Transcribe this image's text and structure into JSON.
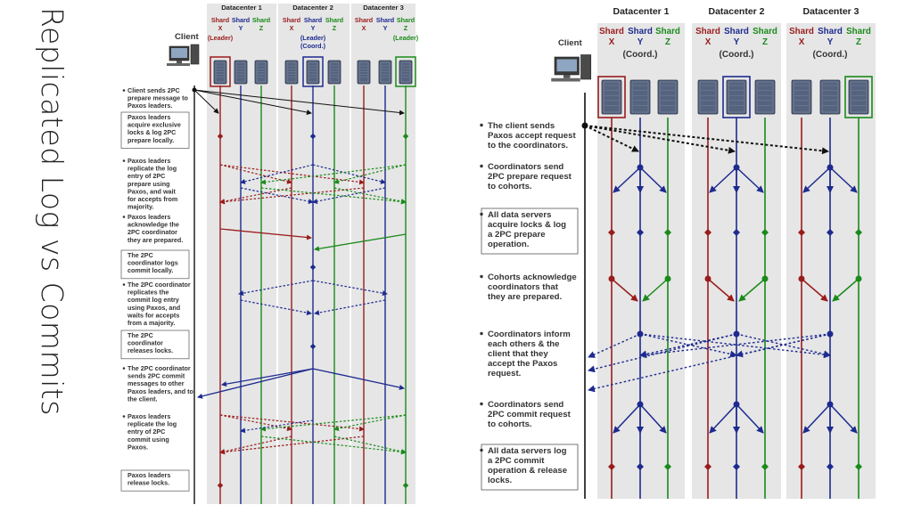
{
  "title": "Replicated Log vs Commits",
  "colors": {
    "red": "#9a1c1c",
    "blue": "#1d2a8f",
    "green": "#1a8a1a",
    "lane": "#e6e6e6",
    "server": "#55637e"
  },
  "left": {
    "client_label": "Client",
    "datacenters": [
      {
        "name": "Datacenter 1",
        "role": "(Leader)",
        "role_color": "red"
      },
      {
        "name": "Datacenter 2",
        "role": "(Leader)\n(Coord.)",
        "role_color": "blue"
      },
      {
        "name": "Datacenter 3",
        "role": "(Leader)",
        "role_color": "green"
      }
    ],
    "shards": [
      {
        "line1": "Shard",
        "line2": "X",
        "color": "red"
      },
      {
        "line1": "Shard",
        "line2": "Y",
        "color": "blue"
      },
      {
        "line1": "Shard",
        "line2": "Z",
        "color": "green"
      }
    ],
    "steps": [
      {
        "text": "Client sends 2PC\nprepare message to\nPaxos leaders.",
        "bullet": true,
        "boxed": false
      },
      {
        "text": "Paxos leaders\nacquire exclusive\nlocks & log 2PC\nprepare locally.",
        "bullet": false,
        "boxed": true
      },
      {
        "text": "Paxos leaders\nreplicate the log\nentry of 2PC\nprepare using\nPaxos, and wait\nfor accepts from\nmajority.",
        "bullet": true,
        "boxed": false
      },
      {
        "text": "Paxos leaders\nacknowledge the\n2PC coordinator\nthey are prepared.",
        "bullet": true,
        "boxed": false
      },
      {
        "text": "The 2PC\ncoordinator logs\ncommit locally.",
        "bullet": false,
        "boxed": true
      },
      {
        "text": "The 2PC coordinator\nreplicates the\ncommit log entry\nusing Paxos, and\nwaits for accepts\nfrom a majority.",
        "bullet": true,
        "boxed": false
      },
      {
        "text": "The 2PC\ncoordinator\nreleases locks.",
        "bullet": false,
        "boxed": true
      },
      {
        "text": "The 2PC coordinator\nsends 2PC commit\nmessages to other\nPaxos leaders, and to\nthe client.",
        "bullet": true,
        "boxed": false
      },
      {
        "text": "Paxos leaders\nreplicate the log\nentry of 2PC\ncommit using\nPaxos.",
        "bullet": true,
        "boxed": false
      },
      {
        "text": "Paxos leaders\nrelease locks.",
        "bullet": false,
        "boxed": true
      }
    ]
  },
  "right": {
    "client_label": "Client",
    "datacenters": [
      {
        "name": "Datacenter 1",
        "role": "(Coord.)"
      },
      {
        "name": "Datacenter 2",
        "role": "(Coord.)"
      },
      {
        "name": "Datacenter 3",
        "role": "(Coord.)"
      }
    ],
    "shards": [
      {
        "line1": "Shard",
        "line2": "X",
        "color": "red"
      },
      {
        "line1": "Shard",
        "line2": "Y",
        "color": "blue"
      },
      {
        "line1": "Shard",
        "line2": "Z",
        "color": "green"
      }
    ],
    "steps": [
      {
        "text": "The client sends\nPaxos accept request\nto the coordinators.",
        "bullet": true,
        "boxed": false
      },
      {
        "text": "Coordinators send\n2PC prepare request\nto cohorts.",
        "bullet": true,
        "boxed": false
      },
      {
        "text": "All data servers\nacquire locks & log\na 2PC prepare\noperation.",
        "bullet": true,
        "boxed": true
      },
      {
        "text": "Cohorts acknowledge\ncoordinators that\nthey are prepared.",
        "bullet": true,
        "boxed": false
      },
      {
        "text": "Coordinators inform\neach others & the\nclient that they\naccept the Paxos\nrequest.",
        "bullet": true,
        "boxed": false
      },
      {
        "text": "Coordinators send\n2PC commit request\nto cohorts.",
        "bullet": true,
        "boxed": false
      },
      {
        "text": "All data servers log\na 2PC commit\noperation & release\nlocks.",
        "bullet": true,
        "boxed": true
      }
    ]
  }
}
